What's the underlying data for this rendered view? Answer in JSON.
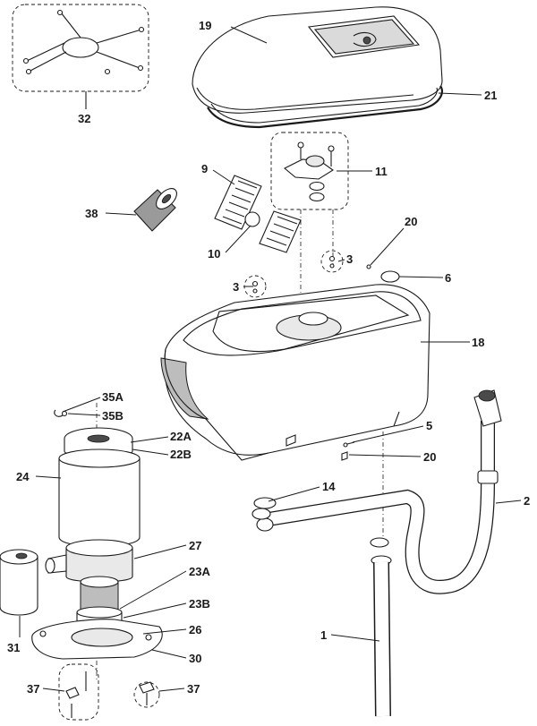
{
  "labels": {
    "l1": "1",
    "l2": "2",
    "l3a": "3",
    "l3b": "3",
    "l5": "5",
    "l6": "6",
    "l9": "9",
    "l10": "10",
    "l11": "11",
    "l14": "14",
    "l18": "18",
    "l19": "19",
    "l20a": "20",
    "l20b": "20",
    "l21": "21",
    "l22a": "22A",
    "l22b": "22B",
    "l23a": "23A",
    "l23b": "23B",
    "l24": "24",
    "l26": "26",
    "l27": "27",
    "l30": "30",
    "l31": "31",
    "l32": "32",
    "l35a": "35A",
    "l35b": "35B",
    "l37a": "37",
    "l37b": "37",
    "l38": "38"
  }
}
